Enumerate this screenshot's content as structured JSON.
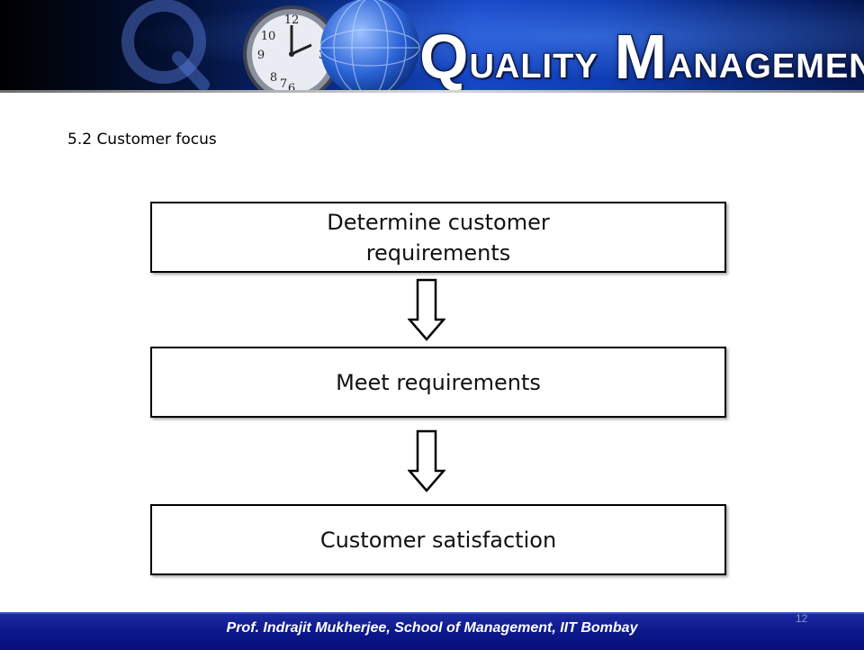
{
  "header": {
    "title_initial_1": "Q",
    "title_rest_1": "UALITY",
    "title_initial_2": "M",
    "title_rest_2": "ANAGEMENT"
  },
  "slide": {
    "section_heading": "5.2 Customer focus",
    "steps": [
      {
        "label": "Determine customer requirements"
      },
      {
        "label": "Meet requirements"
      },
      {
        "label": "Customer satisfaction"
      }
    ]
  },
  "footer": {
    "credit": "Prof. Indrajit Mukherjee, School of Management, IIT Bombay",
    "page_number": "12"
  },
  "colors": {
    "banner_blue": "#1747c8",
    "footer_blue": "#0c178a",
    "box_border": "#000000"
  },
  "icons": {
    "banner_decorations": [
      "q-letter-icon",
      "clock-icon",
      "globe-icon"
    ],
    "flow_connectors": [
      "down-arrow-icon",
      "down-arrow-icon"
    ]
  }
}
